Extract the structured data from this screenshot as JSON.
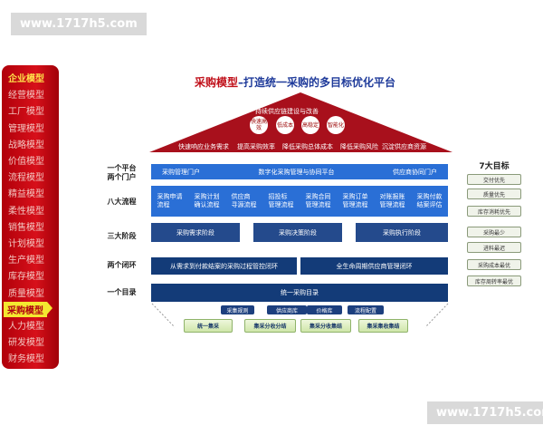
{
  "watermark": "www.1717h5.com",
  "sidebar": {
    "items": [
      "企业模型",
      "经营模型",
      "工厂模型",
      "管理模型",
      "战略模型",
      "价值模型",
      "流程模型",
      "精益模型",
      "柔性模型",
      "销售模型",
      "计划模型",
      "生产模型",
      "库存模型",
      "质量模型",
      "采购模型",
      "人力模型",
      "研发模型",
      "财务模型"
    ],
    "active": "采购模型"
  },
  "title": {
    "part1": "采购模型",
    "part2": "–打造统一采购的多目标优化平台"
  },
  "roof": {
    "top": "持续供应链建设与改善",
    "circles": [
      "快速高效",
      "低成本",
      "高稳定",
      "智能化"
    ],
    "base": [
      "快速响应业务需求",
      "提高采购效率",
      "降低采购总体成本",
      "降低采购风险",
      "沉淀供应商资源"
    ]
  },
  "rows": {
    "platform": {
      "label": [
        "一个平台",
        "两个门户"
      ],
      "items": [
        "采购管理门户",
        "数字化采购管理与协同平台",
        "供应商协同门户"
      ]
    },
    "processes": {
      "label": "八大流程",
      "items": [
        [
          "采购申请",
          "流程"
        ],
        [
          "采购计划",
          "确认流程"
        ],
        [
          "供应商",
          "寻源流程"
        ],
        [
          "招投标",
          "管理流程"
        ],
        [
          "采购合同",
          "管理流程"
        ],
        [
          "采购订单",
          "管理流程"
        ],
        [
          "对账报账",
          "管理流程"
        ],
        [
          "采购付款",
          "结案评估"
        ]
      ]
    },
    "stages": {
      "label": "三大阶段",
      "items": [
        "采购需求阶段",
        "采购决策阶段",
        "采购执行阶段"
      ]
    },
    "loops": {
      "label": "两个闭环",
      "items": [
        "从需求到付款结案的采购过程管控闭环",
        "全生命周期供应商管理闭环"
      ]
    },
    "catalog": {
      "label": "一个目录",
      "main": "统一采购目录",
      "subs": [
        "采集规则",
        "供应商库",
        "价格库",
        "流程配置"
      ],
      "modes": [
        "统一集采",
        "集采分收分结",
        "集采分收集结",
        "集采集收集结"
      ]
    }
  },
  "goals": {
    "title": "7大目标",
    "items": [
      "交付优先",
      "质量优先",
      "库存消耗优先",
      "采购最少",
      "进料最迟",
      "采购成本最优",
      "库存周转率最优"
    ]
  },
  "colors": {
    "red": "#c0101a",
    "blue": "#2a6fd6",
    "navy": "#133b78",
    "green": "#cfe6a9"
  }
}
